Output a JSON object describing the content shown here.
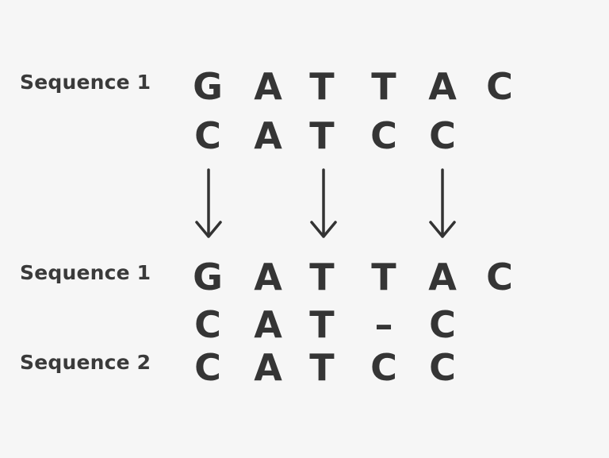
{
  "labels": {
    "top_seq1": "Sequence 1",
    "bottom_seq1": "Sequence 1",
    "bottom_seq2": "Sequence 2"
  },
  "rows": {
    "r1": [
      "G",
      "A",
      "T",
      "T",
      "A",
      "C"
    ],
    "r2": [
      "C",
      "A",
      "T",
      "C",
      "C"
    ],
    "r3": [
      "G",
      "A",
      "T",
      "T",
      "A",
      "C"
    ],
    "r4": [
      "C",
      "A",
      "T",
      "–",
      "C"
    ],
    "r5": [
      "C",
      "A",
      "T",
      "C",
      "C"
    ]
  }
}
